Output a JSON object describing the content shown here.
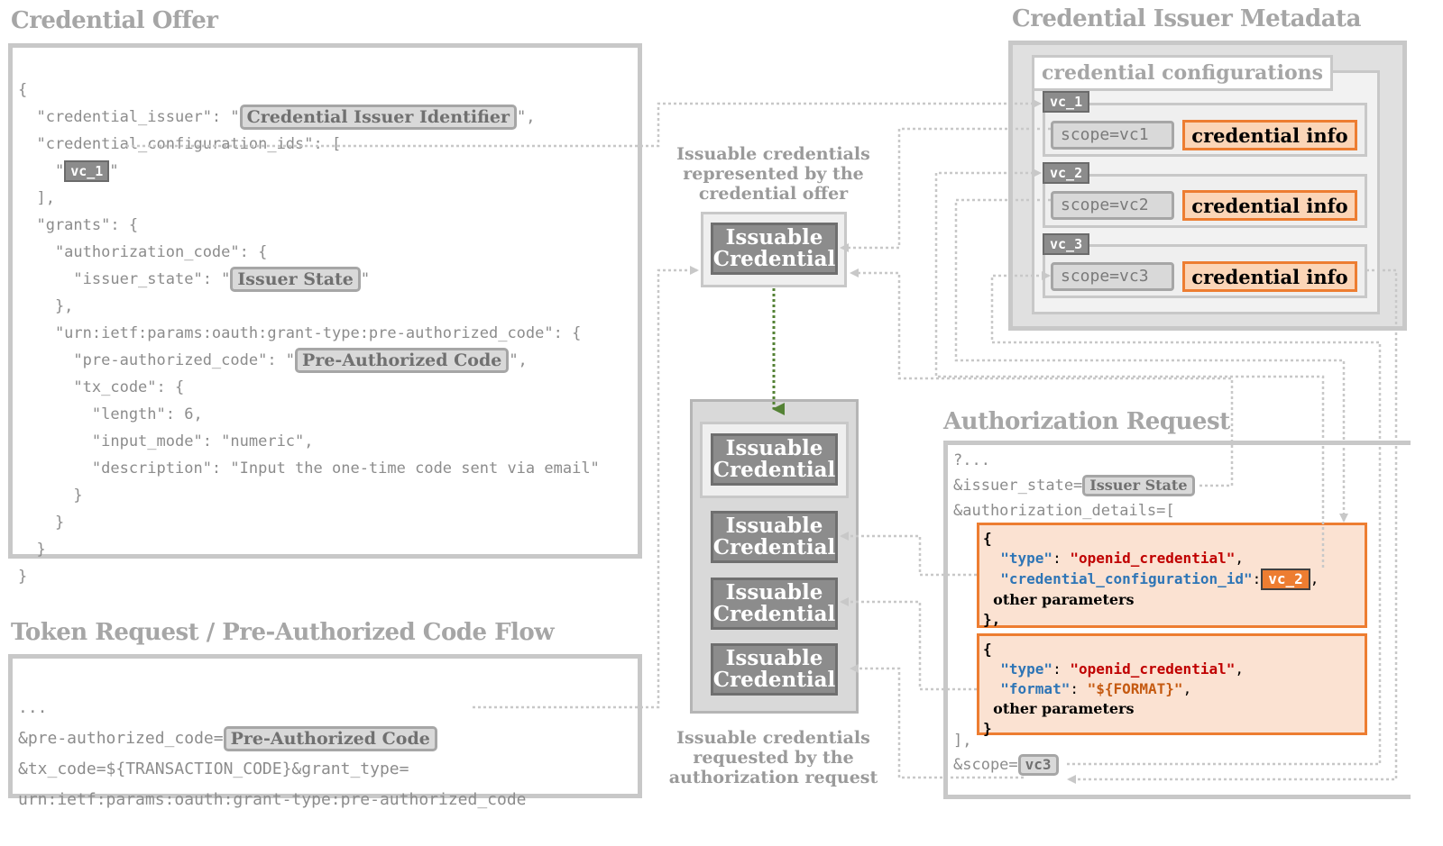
{
  "credential_offer": {
    "title": "Credential Offer",
    "l1": "{",
    "l2_pre": "  \"credential_issuer\": \"",
    "l2_tag": "Credential Issuer Identifier",
    "l2_post": "\",",
    "l3": "  \"credential_configuration_ids\": [",
    "l4_pre": "    \"",
    "l4_tag": "vc_1",
    "l4_post": "\"",
    "l5": "  ],",
    "l6": "  \"grants\": {",
    "l7": "    \"authorization_code\": {",
    "l8_pre": "      \"issuer_state\": \"",
    "l8_tag": "Issuer State",
    "l8_post": "\"",
    "l9": "    },",
    "l10": "    \"urn:ietf:params:oauth:grant-type:pre-authorized_code\": {",
    "l11_pre": "      \"pre-authorized_code\": \"",
    "l11_tag": "Pre-Authorized Code",
    "l11_post": "\",",
    "l12": "      \"tx_code\": {",
    "l13": "        \"length\": 6,",
    "l14": "        \"input_mode\": \"numeric\",",
    "l15": "        \"description\": \"Input the one-time code sent via email\"",
    "l16": "      }",
    "l17": "    }",
    "l18": "  }",
    "l19": "}"
  },
  "token_request": {
    "title": "Token Request / Pre-Authorized Code Flow",
    "l1": "...",
    "l2_pre": "&pre-authorized_code=",
    "l2_tag": "Pre-Authorized Code",
    "l3": "&tx_code=${TRANSACTION_CODE}&grant_type=",
    "l4": "urn:ietf:params:oauth:grant-type:pre-authorized_code"
  },
  "middle": {
    "caption_top": "Issuable credentials represented by the credential offer",
    "caption_bottom": "Issuable credentials requested by the authorization request",
    "ic_label": "Issuable Credential"
  },
  "metadata": {
    "title": "Credential Issuer Metadata",
    "configurations_label": "credential configurations",
    "entries": [
      {
        "id": "vc_1",
        "scope": "scope=vc1",
        "info": "credential info"
      },
      {
        "id": "vc_2",
        "scope": "scope=vc2",
        "info": "credential info"
      },
      {
        "id": "vc_3",
        "scope": "scope=vc3",
        "info": "credential info"
      }
    ]
  },
  "auth_request": {
    "title": "Authorization Request",
    "l1": "?...",
    "l2_pre": "&issuer_state=",
    "l2_tag": "Issuer State",
    "l3": "&authorization_details=[",
    "d1": {
      "open": "{",
      "type_key": "\"type\"",
      "type_val": "\"openid_credential\"",
      "cfg_key": "\"credential_configuration_id\"",
      "cfg_val": "vc_2",
      "other": "other parameters",
      "close": "},"
    },
    "d2": {
      "open": "{",
      "type_key": "\"type\"",
      "type_val": "\"openid_credential\"",
      "fmt_key": "\"format\"",
      "fmt_val": "\"${FORMAT}\"",
      "other": "other parameters",
      "close": "}"
    },
    "l_end": "],",
    "scope_pre": "&scope=",
    "scope_tag": "vc3"
  }
}
